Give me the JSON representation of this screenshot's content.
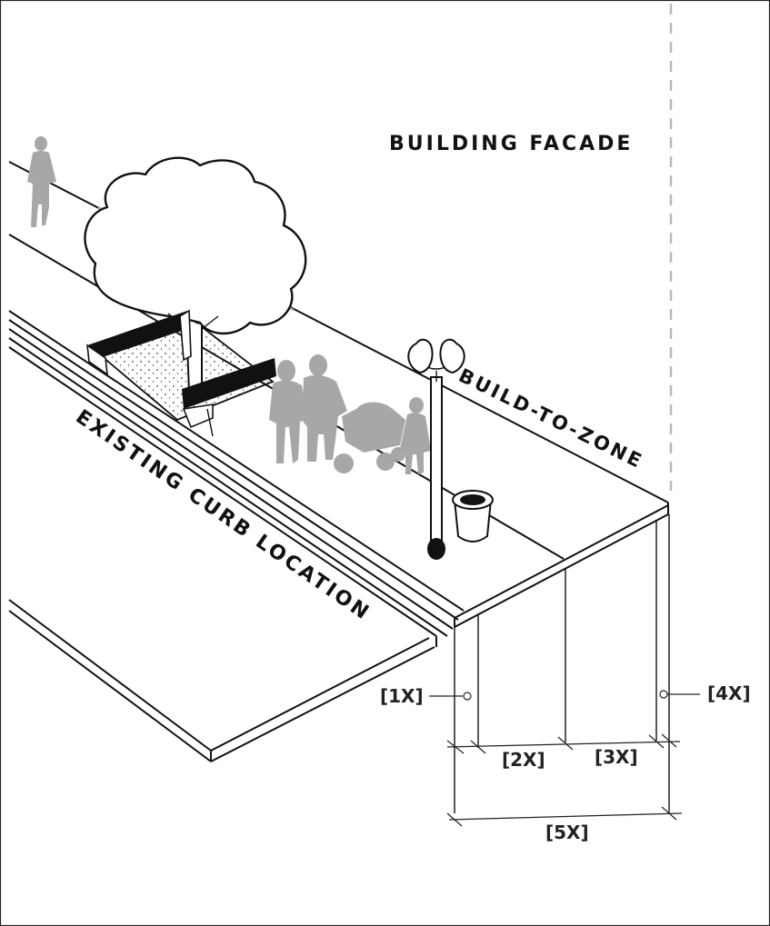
{
  "labels": {
    "building_facade": "BUILDING FACADE",
    "build_to_zone": "BUILD-TO-ZONE",
    "existing_curb": "EXISTING CURB LOCATION"
  },
  "dimensions": {
    "d1": "[1X]",
    "d2": "[2X]",
    "d3": "[3X]",
    "d4": "[4X]",
    "d5": "[5X]"
  },
  "colors": {
    "line": "#111111",
    "silhouette": "#a7a7a7",
    "facade_dash": "#bdbdbd"
  },
  "icons": [
    "tree-icon",
    "bench-icon",
    "street-lamp-icon",
    "trash-can-icon",
    "pedestrian-icon",
    "stroller-icon"
  ]
}
